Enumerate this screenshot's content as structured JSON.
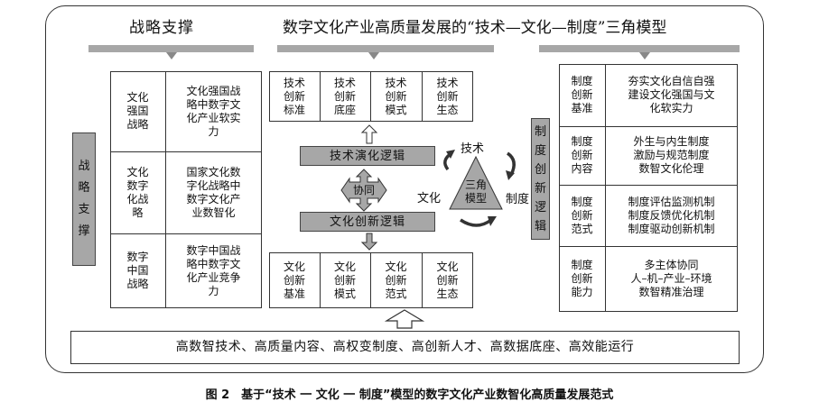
{
  "headers": {
    "left": "战略支撑",
    "main": "数字文化产业高质量发展的“技术—文化—制度”三角模型"
  },
  "left_tag": "战\n略\n支\n撑",
  "strategy_rows": [
    {
      "name": "文化\n强国\n战略",
      "desc": "文化强国战\n略中数字文\n化产业软实\n力"
    },
    {
      "name": "文化\n数字\n化战\n略",
      "desc": "国家文化数\n字化战略中\n数字文化产\n业数智化"
    },
    {
      "name": "数字\n中国\n战略",
      "desc": "数字中国战\n略中数字文\n化产业竞争\n力"
    }
  ],
  "tech_top": [
    "技术\n创新\n标准",
    "技术\n创新\n底座",
    "技术\n创新\n模式",
    "技术\n创新\n生态"
  ],
  "tech_logic": "技术演化逻辑",
  "collab": "协同",
  "culture_logic": "文化创新逻辑",
  "culture_bottom": [
    "文化\n创新\n基准",
    "文化\n创新\n模式",
    "文化\n创新\n范式",
    "文化\n创新\n生态"
  ],
  "triangle": {
    "top": "技术",
    "center": "三角\n模型",
    "left": "文化",
    "right": "制度"
  },
  "institution_logic": "制\n度\n创\n新\n逻\n辑",
  "institution_rows": [
    {
      "name": "制度\n创新\n基准",
      "desc": "夯实文化自信自强\n建设文化强国与文\n化软实力"
    },
    {
      "name": "制度\n创新\n内容",
      "desc": "外生与内生制度\n激励与规范制度\n数智文化伦理"
    },
    {
      "name": "制度\n创新\n范式",
      "desc": "制度评估监测机制\n制度反馈优化机制\n制度驱动创新机制"
    },
    {
      "name": "制度\n创新\n能力",
      "desc": "多主体协同\n人–机–产业–环境\n数智精准治理"
    }
  ],
  "bottom_bar": "高数智技术、高质量内容、高权变制度、高创新人才、高数据底座、高效能运行",
  "caption": "图 2　基于“技术 一 文化 一 制度”模型的数字文化产业数智化高质量发展范式"
}
